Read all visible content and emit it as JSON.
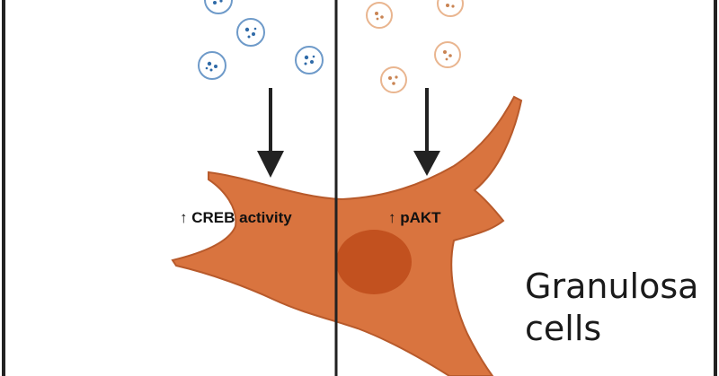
{
  "labels": {
    "creb": "↑ CREB activity",
    "pakt": "↑ pAKT"
  },
  "caption": {
    "line1": "Granulosa",
    "line2": "cells"
  },
  "colors": {
    "cell_fill": "#d9743f",
    "cell_stroke": "#b85a2b",
    "nucleus": "#c2511f",
    "vesicle_left": "#6e9ac9",
    "vesicle_left_dots": "#2f6aa8",
    "vesicle_right": "#e9b58f",
    "vesicle_right_dots": "#c98453",
    "divider": "#222222",
    "arrow": "#222222"
  },
  "icons": {
    "left_vesicles": "blue-vesicle-icon",
    "right_vesicles": "orange-vesicle-icon",
    "arrows": "down-arrow-icon"
  }
}
